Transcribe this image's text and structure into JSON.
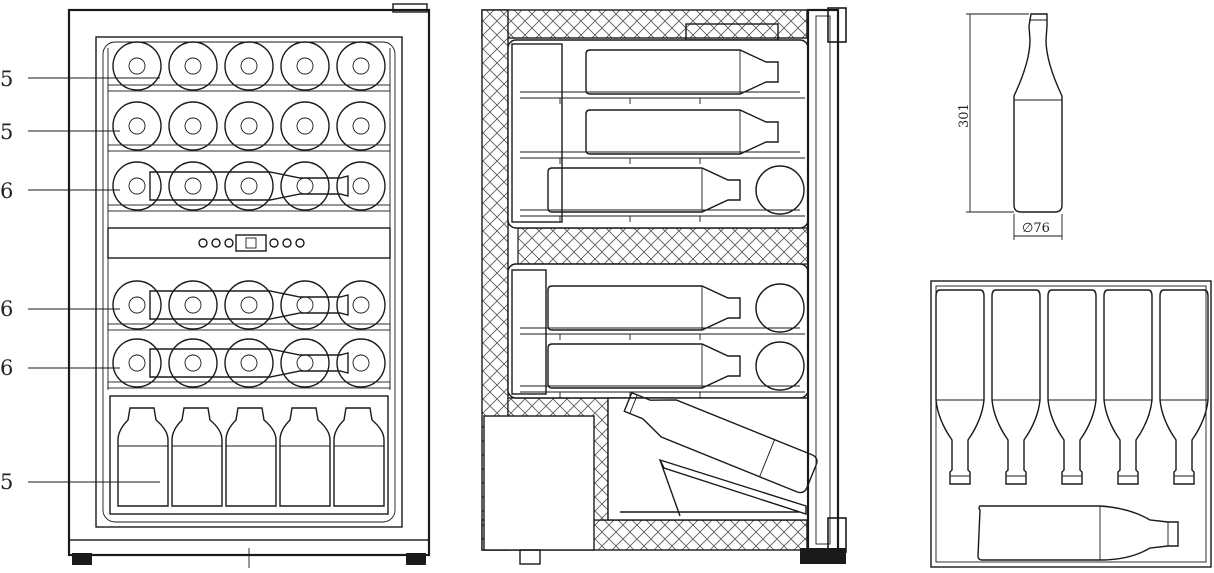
{
  "shelf_counts": [
    "5",
    "5",
    "6",
    "6",
    "6",
    "5"
  ],
  "bottle_dims": {
    "height": "301",
    "diameter": "∅76"
  },
  "colors": {
    "line": "#1a1a1a",
    "hatch": "#555555",
    "background": "#ffffff"
  }
}
